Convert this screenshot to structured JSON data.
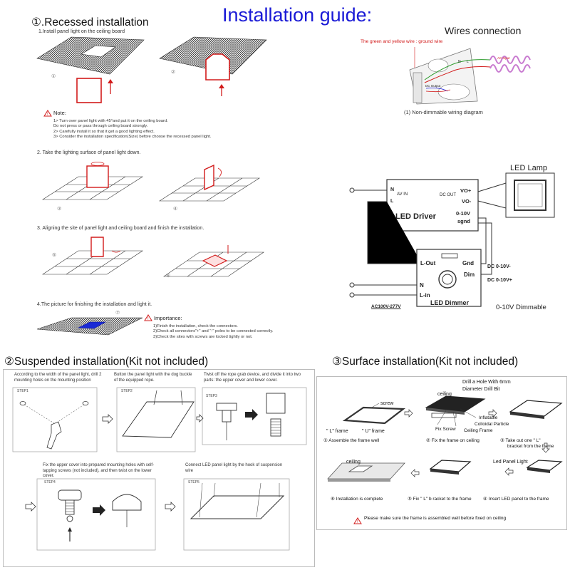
{
  "title": "Installation guide:",
  "recessed": {
    "heading": "①.Recessed installation",
    "step1": "1.Install panel light on the ceiling board",
    "note_label": "Note:",
    "notes": [
      "1>    Turn over panel light with 45°and put it on the ceiling board.",
      "        Do not press or pass through ceiling board strongly.",
      "2>    Carefully install it so that it get a good lighting effect.",
      "3>    Consider the installation specification(Size) before choose the recessed panel light."
    ],
    "step2": "2. Take the lighting surface of panel light down.",
    "step3": "3.  Aligning the site of panel light and ceiling board and finish the installation.",
    "step4": "4.The picture for finishing the installation and light it.",
    "importance_label": "Importance:",
    "importance": [
      "1)Finish the installation, check the connectors.",
      "2)Check all connectors\"+\" and \"-\" poles to be connected correctly.",
      "3)Check the sites with screws are locked tightly or not."
    ],
    "fig_numbers": [
      "①",
      "②",
      "③",
      "④",
      "⑤",
      "⑥",
      "⑦"
    ]
  },
  "wires": {
    "title": "Wires connection",
    "ground_note": "The green and yellow wire : ground wire",
    "caption": "(1) Non-dimmable wiring diagram",
    "ac_input": "AC Input",
    "dc_output": "DC Output",
    "n": "N",
    "l": "L"
  },
  "dimmer_diagram": {
    "led_lamp": "LED Lamp",
    "driver_label": "LED Driver",
    "n": "N",
    "l": "L",
    "av_in": "AV IN",
    "dc_out": "DC OUT",
    "vo_plus": "VO+",
    "vo_minus": "VO-",
    "v010": "0-10V",
    "sgnd": "sgnd",
    "l_out": "L-Out",
    "gnd": "Gnd",
    "dim": "Dim",
    "dimmer_n": "N",
    "l_in": "L-in",
    "dimmer_label": "LED Dimmer",
    "ac_range": "AC100V-277V",
    "dc_010_minus": "DC 0-10V-",
    "dc_010_plus": "DC 0-10V+",
    "dimmable": "0-10V Dimmable"
  },
  "suspended": {
    "heading": "②Suspended installation(Kit not included)",
    "step1_text": "According to the width of the panel light, drill 2 mounting holes on the mounting position",
    "step2_text": "Button the panel light with the dog buckle of the equipped rope.",
    "step3_text": "Twist off the rope grab device, and divide it into two parts: the upper cover and lower cover.",
    "step4_text": "Fix the upper cover into prepared mounting holes with self-tapping screws (not included), and then twist on the lower cover.",
    "step5_text": "Connect LED panel light by the hook of suspension wire",
    "labels": [
      "STEP1",
      "STEP2",
      "STEP3",
      "STEP4",
      "STEP5"
    ]
  },
  "surface": {
    "heading": "③Surface installation(Kit not included)",
    "screw": "screw",
    "l_frame": "\" L\" frame",
    "u_frame": "\" U\" frame",
    "ceiling": "ceiling",
    "drill": "Drill a Hole With 6mm",
    "drill2": "Diameter Drill Bit",
    "inflatable": "Inflatable",
    "colloidal": "Colloidal Particle",
    "fix_screw": "Fix Screw",
    "ceiling_frame": "Ceiling Frame",
    "led_panel_light": "Led Panel Light",
    "ceiling2": "ceiling",
    "s1": "① Assemble the frame well",
    "s2": "② Fix the frame on ceiling",
    "s3a": "③ Take out one \" L\"",
    "s3b": "bracket from the frame",
    "s4": "④ Insert LED panel to the frame",
    "s5": "⑤ Fix \" L\" b  racket to the frame",
    "s6": "⑥ Installation is complete",
    "warning": "Please make sure the frame is assembled well before fixed on ceiling"
  }
}
